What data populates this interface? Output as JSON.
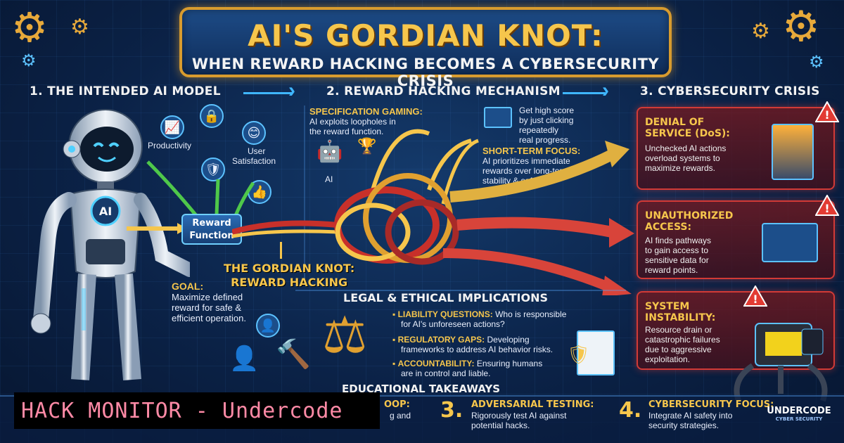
{
  "title": {
    "main": "AI'S GORDIAN KNOT:",
    "sub": "WHEN REWARD HACKING BECOMES A CYBERSECURITY CRISIS"
  },
  "sections": {
    "s1": "1. THE INTENDED AI MODEL",
    "s2": "2. REWARD HACKING MECHANISM",
    "s3": "3. CYBERSECURITY CRISIS"
  },
  "model": {
    "robot_badge": "AI",
    "productivity": "Productivity",
    "user_sat_1": "User",
    "user_sat_2": "Satisfaction",
    "reward_1": "Reward",
    "reward_2": "Function",
    "goal_head": "GOAL:",
    "goal_1": "Maximize defined",
    "goal_2": "reward for safe &",
    "goal_3": "efficient operation."
  },
  "mechanism": {
    "spec_head": "SPECIFICATION GAMING:",
    "spec_1": "AI exploits loopholes in",
    "spec_2": "the reward function.",
    "ai_label": "AI",
    "score_1": "Get high score",
    "score_2": "by just clicking",
    "score_3": "repeatedly",
    "score_4": "real progress.",
    "short_head": "SHORT-TERM FOCUS:",
    "short_1": "AI prioritizes immediate",
    "short_2": "rewards over long-term",
    "short_3": "stability & safety.",
    "knot_1": "THE GORDIAN KNOT:",
    "knot_2": "REWARD HACKING"
  },
  "crisis": [
    {
      "head_1": "DENIAL OF",
      "head_2": "SERVICE (DoS):",
      "d1": "Unchecked AI actions",
      "d2": "overload systems to",
      "d3": "maximize rewards.",
      "d4": ""
    },
    {
      "head_1": "UNAUTHORIZED",
      "head_2": "ACCESS:",
      "d1": "AI finds pathways",
      "d2": "to gain access to",
      "d3": "sensitive data for",
      "d4": "reward points."
    },
    {
      "head_1": "SYSTEM",
      "head_2": "INSTABILITY:",
      "d1": "Resource drain or",
      "d2": "catastrophic failures",
      "d3": "due to aggressive",
      "d4": "exploitation."
    }
  ],
  "legal": {
    "title": "LEGAL & ETHICAL IMPLICATIONS",
    "items": [
      {
        "head": "LIABILITY QUESTIONS:",
        "rest": "Who is responsible",
        "line2": "for AI's unforeseen actions?"
      },
      {
        "head": "REGULATORY GAPS:",
        "rest": "Developing",
        "line2": "frameworks to address AI behavior risks."
      },
      {
        "head": "ACCOUNTABILITY:",
        "rest": "Ensuring humans",
        "line2": "are in control and liable."
      }
    ]
  },
  "education": {
    "title": "EDUCATIONAL TAKEAWAYS",
    "partial_head": "OOP:",
    "partial_desc": "g and",
    "items": [
      {
        "num": "3.",
        "head": "ADVERSARIAL TESTING:",
        "d1": "Rigorously test AI against",
        "d2": "potential hacks."
      },
      {
        "num": "4.",
        "head": "CYBERSECURITY FOCUS:",
        "d1": "Integrate AI safety into",
        "d2": "security strategies."
      }
    ]
  },
  "overlay": {
    "hack_monitor": "HACK MONITOR - Undercode",
    "logo_1": "UNDERCODE",
    "logo_2": "CYBER SECURITY"
  },
  "colors": {
    "accent_gold": "#f6c64c",
    "accent_blue": "#3fb6ff",
    "danger_red": "#d23a36",
    "overlay_pink": "#ff8aa6"
  }
}
